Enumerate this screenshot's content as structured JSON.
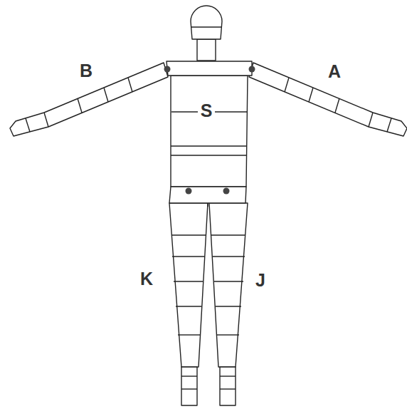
{
  "diagram": {
    "labels": [
      "B",
      "A",
      "S",
      "K",
      "J"
    ]
  }
}
